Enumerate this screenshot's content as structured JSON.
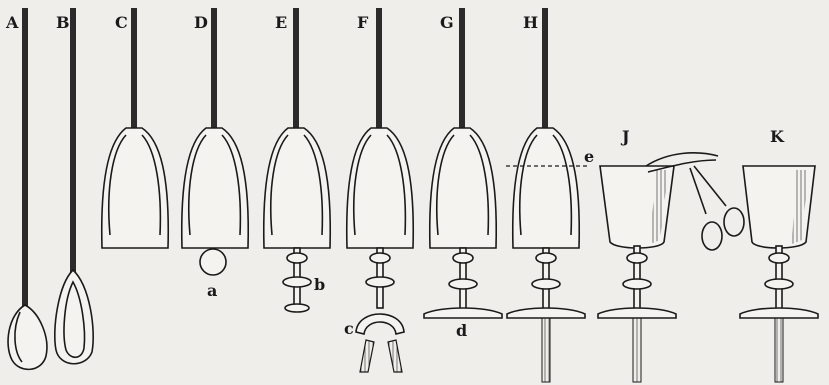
{
  "figure": {
    "stages": [
      {
        "id": "A",
        "label": "A"
      },
      {
        "id": "B",
        "label": "B"
      },
      {
        "id": "C",
        "label": "C"
      },
      {
        "id": "D",
        "label": "D"
      },
      {
        "id": "E",
        "label": "E"
      },
      {
        "id": "F",
        "label": "F"
      },
      {
        "id": "G",
        "label": "G"
      },
      {
        "id": "H",
        "label": "H"
      },
      {
        "id": "J",
        "label": "J"
      },
      {
        "id": "K",
        "label": "K"
      }
    ],
    "annotations": {
      "a": "a",
      "b": "b",
      "c": "c",
      "d": "d",
      "e": "e"
    }
  }
}
